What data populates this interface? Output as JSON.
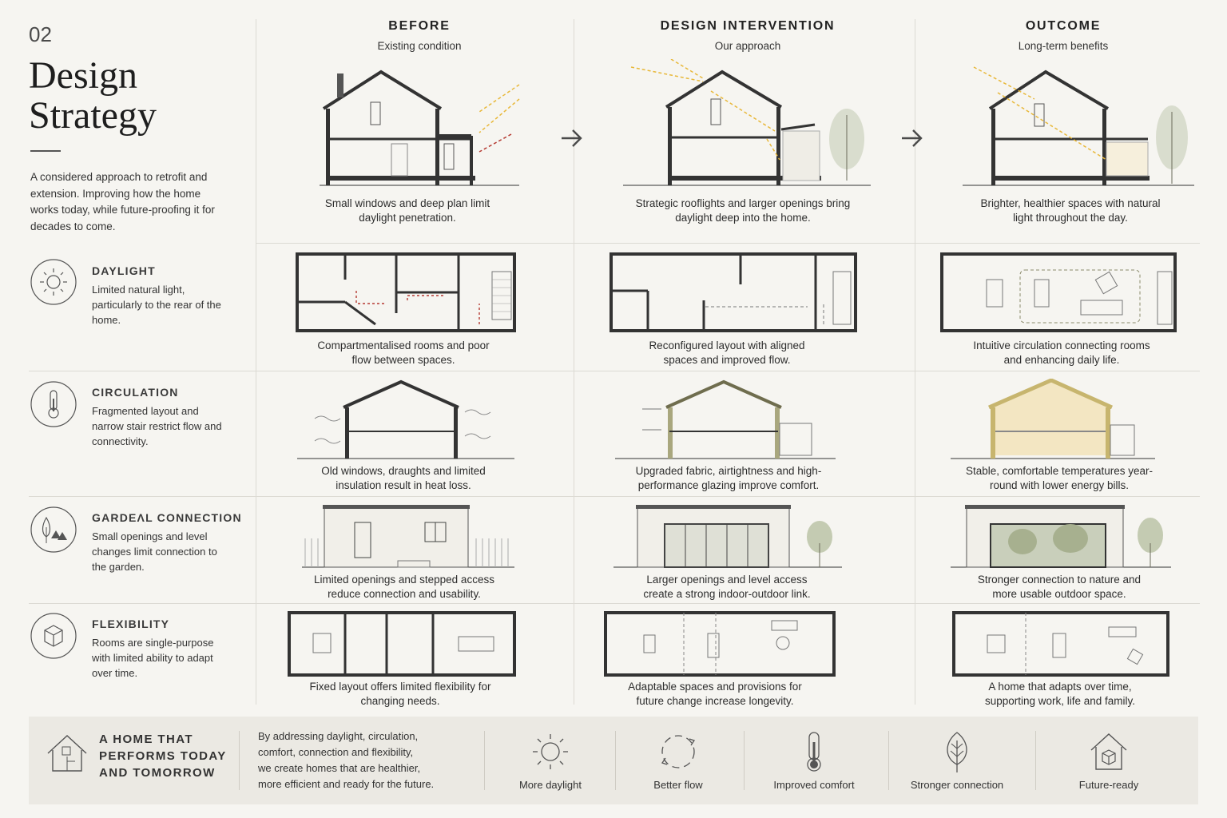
{
  "section_number": "02",
  "title_lines": [
    "Design",
    "Strategy"
  ],
  "intro": "A considered approach to retrofit and extension. Improving how the home works today, while future-proofing it for decades to come.",
  "columns": [
    {
      "heading": "BEFORE",
      "subheading": "Existing condition"
    },
    {
      "heading": "DESIGN INTERVENTION",
      "subheading": "Our approach"
    },
    {
      "heading": "OUTCOME",
      "subheading": "Long-term benefits"
    }
  ],
  "row0_captions": [
    "Small windows and deep plan limit daylight penetration.",
    "Strategic rooflights and larger openings bring daylight deep into the home.",
    "Brighter, healthier spaces with natural light throughout the day."
  ],
  "categories": [
    {
      "title": "DAYLIGHT",
      "description": "Limited natural light, particularly to the rear of the home.",
      "icon": "sun-icon",
      "captions": [
        "Compartmentalised rooms and poor flow between spaces.",
        "Reconfigured layout with aligned spaces and improved flow.",
        "Intuitive circulation connecting rooms and enhancing daily life."
      ]
    },
    {
      "title": "CIRCULATION",
      "description": "Fragmented layout and narrow stair restrict flow and connectivity.",
      "icon": "thermometer-icon",
      "captions": [
        "Old windows, draughts and limited insulation result in heat loss.",
        "Upgraded fabric, airtightness and high-performance glazing improve comfort.",
        "Stable, comfortable temperatures year-round with lower energy bills."
      ]
    },
    {
      "title": "GARDEΛL CONNECTION",
      "description": "Small openings and level changes limit connection to the garden.",
      "icon": "trees-icon",
      "captions": [
        "Limited openings and stepped access reduce connection and usability.",
        "Larger openings and level access create a strong indoor-outdoor link.",
        "Stronger connection to nature and more usable outdoor space."
      ]
    },
    {
      "title": "FLEXIBILITY",
      "description": "Rooms are single-purpose with limited ability to adapt over time.",
      "icon": "cube-icon",
      "captions": [
        "Fixed layout offers limited flexibility for changing needs.",
        "Adaptable spaces and provisions for future change increase longevity.",
        "A home that adapts over time, supporting work, life and family."
      ]
    }
  ],
  "footer": {
    "title_lines": [
      "A HOME THAT",
      "PERFORMS TODAY",
      "AND TOMORROW"
    ],
    "text_lines": [
      "By addressing daylight, circulation,",
      "comfort, connection and flexibility,",
      "we create homes that are healthier,",
      "more efficient and ready for the future."
    ],
    "benefits": [
      {
        "label": "More daylight",
        "icon": "sun-icon"
      },
      {
        "label": "Better flow",
        "icon": "cycle-icon"
      },
      {
        "label": "Improved comfort",
        "icon": "thermometer-icon"
      },
      {
        "label": "Stronger connection",
        "icon": "leaf-icon"
      },
      {
        "label": "Future-ready",
        "icon": "home-cube-icon"
      }
    ]
  },
  "colors": {
    "daylight": "#e8b83a",
    "heat_loss": "#b53a32",
    "insulation": "#f3e6c2",
    "line": "#2e2e2e"
  }
}
